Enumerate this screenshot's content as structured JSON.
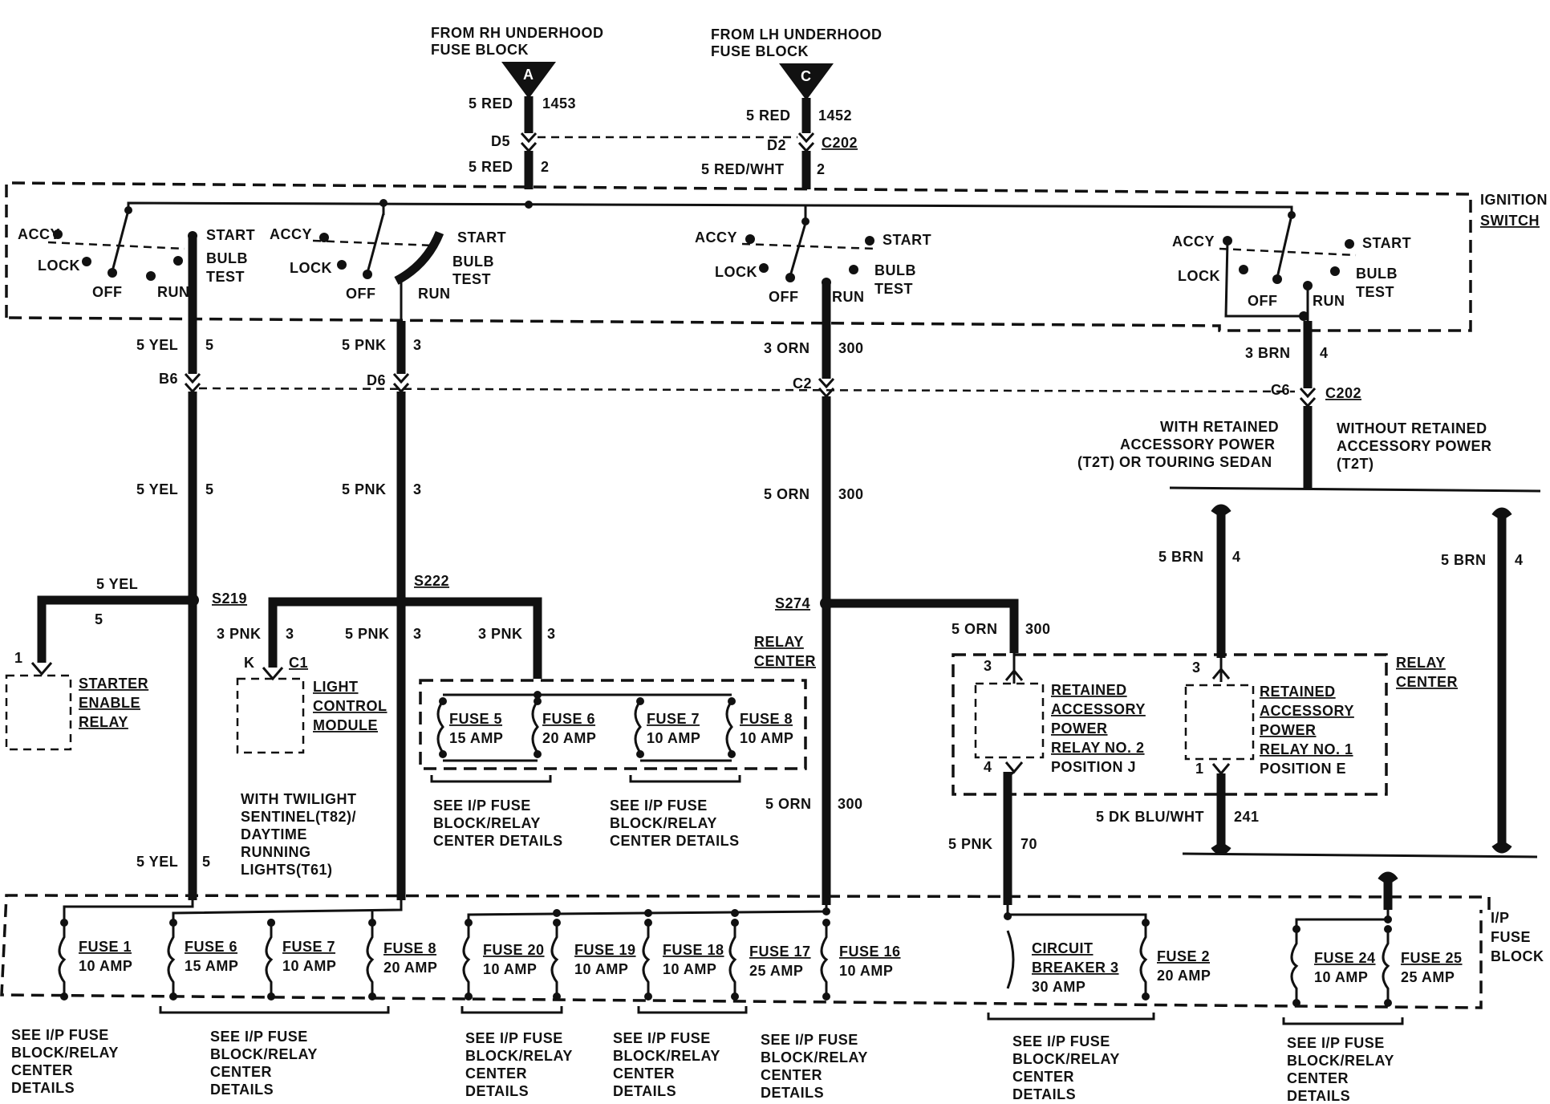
{
  "top": {
    "source_a": [
      "FROM RH UNDERHOOD",
      "FUSE BLOCK"
    ],
    "source_c": [
      "FROM LH UNDERHOOD",
      "FUSE BLOCK"
    ],
    "conn_a": "A",
    "conn_c": "C",
    "wire_a1": "5 RED",
    "wire_a1_circuit": "1453",
    "wire_c1": "5 RED",
    "wire_c1_circuit": "1452",
    "d5": "D5",
    "d2": "D2",
    "c202_top": "C202",
    "wire_a2": "5 RED",
    "wire_a2_circuit": "2",
    "wire_c2": "5 RED/WHT",
    "wire_c2_circuit": "2"
  },
  "ignition": {
    "label": [
      "IGNITION",
      "SWITCH"
    ],
    "accy": "ACCY",
    "lock": "LOCK",
    "off": "OFF",
    "run": "RUN",
    "start": "START",
    "bulb": "BULB",
    "test": "TEST"
  },
  "outputs": {
    "yel_wire": "5 YEL",
    "yel_circuit": "5",
    "pnk_wire": "5 PNK",
    "pnk_circuit": "3",
    "orn_wire": "3 ORN",
    "orn_circuit": "300",
    "brn_wire": "3 BRN",
    "brn_circuit": "4",
    "b6": "B6",
    "d6": "D6",
    "c2": "C2",
    "c6": "C6",
    "c202": "C202"
  },
  "mid": {
    "yel_wire": "5 YEL",
    "yel_circuit": "5",
    "pnk_wire": "5 PNK",
    "pnk_circuit": "3",
    "orn_wire": "5 ORN",
    "orn_circuit": "300",
    "retained_with": [
      "WITH RETAINED",
      "ACCESSORY POWER",
      "(T2T) OR TOURING SEDAN"
    ],
    "retained_without": [
      "WITHOUT RETAINED",
      "ACCESSORY POWER",
      "(T2T)"
    ],
    "brn_wire": "5 BRN",
    "brn_circuit": "4"
  },
  "splices": {
    "s219": "S219",
    "s222": "S222",
    "s274": "S274",
    "yel_branch_wire": "5 YEL",
    "yel_branch_circuit": "5",
    "pnk3_wire": "3 PNK",
    "pnk3_circuit": "3",
    "pnk5_wire": "5 PNK",
    "pnk5_circuit": "3",
    "pnk3b_wire": "3 PNK",
    "pnk3b_circuit": "3",
    "orn_branch_wire": "5 ORN",
    "orn_branch_circuit": "300"
  },
  "components": {
    "starter_pin": "1",
    "starter": [
      "STARTER",
      "ENABLE",
      "RELAY"
    ],
    "lcm_pin_k": "K",
    "lcm_conn": "C1",
    "lcm": [
      "LIGHT",
      "CONTROL",
      "MODULE"
    ],
    "relay_center_left": [
      "RELAY",
      "CENTER"
    ],
    "relay_center_right": [
      "RELAY",
      "CENTER"
    ],
    "rap2": [
      "RETAINED",
      "ACCESSORY",
      "POWER",
      "RELAY NO. 2",
      "POSITION J"
    ],
    "rap1": [
      "RETAINED",
      "ACCESSORY",
      "POWER",
      "RELAY NO. 1",
      "POSITION E"
    ],
    "rap_pin_in": "3",
    "rap2_pin_out": "4",
    "rap1_pin_out": "1",
    "twilight": [
      "WITH TWILIGHT",
      "SENTINEL(T82)/",
      "DAYTIME",
      "RUNNING",
      "LIGHTS(T61)"
    ]
  },
  "relay_fuses": [
    {
      "name": "FUSE 5",
      "rating": "15 AMP"
    },
    {
      "name": "FUSE 6",
      "rating": "20 AMP"
    },
    {
      "name": "FUSE 7",
      "rating": "10 AMP"
    },
    {
      "name": "FUSE 8",
      "rating": "10 AMP"
    }
  ],
  "lower": {
    "yel_wire": "5 YEL",
    "yel_circuit": "5",
    "orn_wire": "5 ORN",
    "orn_circuit": "300",
    "pnk_wire": "5 PNK",
    "pnk_circuit": "70",
    "dkblu_wire": "5 DK BLU/WHT",
    "dkblu_circuit": "241"
  },
  "ip_label": [
    "I/P",
    "FUSE",
    "BLOCK"
  ],
  "ip_fuses": [
    {
      "name": "FUSE 1",
      "rating": "10 AMP"
    },
    {
      "name": "FUSE 6",
      "rating": "15 AMP"
    },
    {
      "name": "FUSE 7",
      "rating": "10 AMP"
    },
    {
      "name": "FUSE 8",
      "rating": "20 AMP"
    },
    {
      "name": "FUSE 20",
      "rating": "10 AMP"
    },
    {
      "name": "FUSE 19",
      "rating": "10 AMP"
    },
    {
      "name": "FUSE 18",
      "rating": "10 AMP"
    },
    {
      "name": "FUSE 17",
      "rating": "25 AMP"
    },
    {
      "name": "FUSE 16",
      "rating": "10 AMP"
    },
    {
      "name": "CIRCUIT",
      "rating": "BREAKER 3"
    },
    {
      "name": "FUSE 2",
      "rating": "20 AMP"
    },
    {
      "name": "FUSE 24",
      "rating": "10 AMP"
    },
    {
      "name": "FUSE 25",
      "rating": "25 AMP"
    }
  ],
  "cb3_rating": "30 AMP",
  "see_relay": [
    "SEE I/P FUSE",
    "BLOCK/RELAY",
    "CENTER DETAILS"
  ],
  "see_details": [
    "SEE I/P FUSE",
    "BLOCK/RELAY",
    "CENTER",
    "DETAILS"
  ]
}
